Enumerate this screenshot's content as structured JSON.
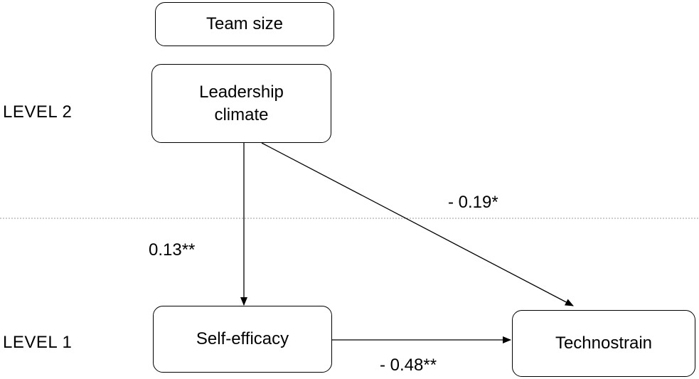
{
  "levels": {
    "level_2": "LEVEL 2",
    "level_1": "LEVEL 1"
  },
  "nodes": {
    "team_size": "Team size",
    "leadership_climate": "Leadership\nclimate",
    "self_efficacy": "Self-efficacy",
    "technostrain": "Technostrain"
  },
  "paths": {
    "leadership_to_technostrain": "- 0.19*",
    "leadership_to_self_efficacy": "0.13**",
    "self_efficacy_to_technostrain": "- 0.48**"
  },
  "colors": {
    "stroke": "#000000",
    "divider": "#9a9a9a",
    "background": "#ffffff"
  }
}
